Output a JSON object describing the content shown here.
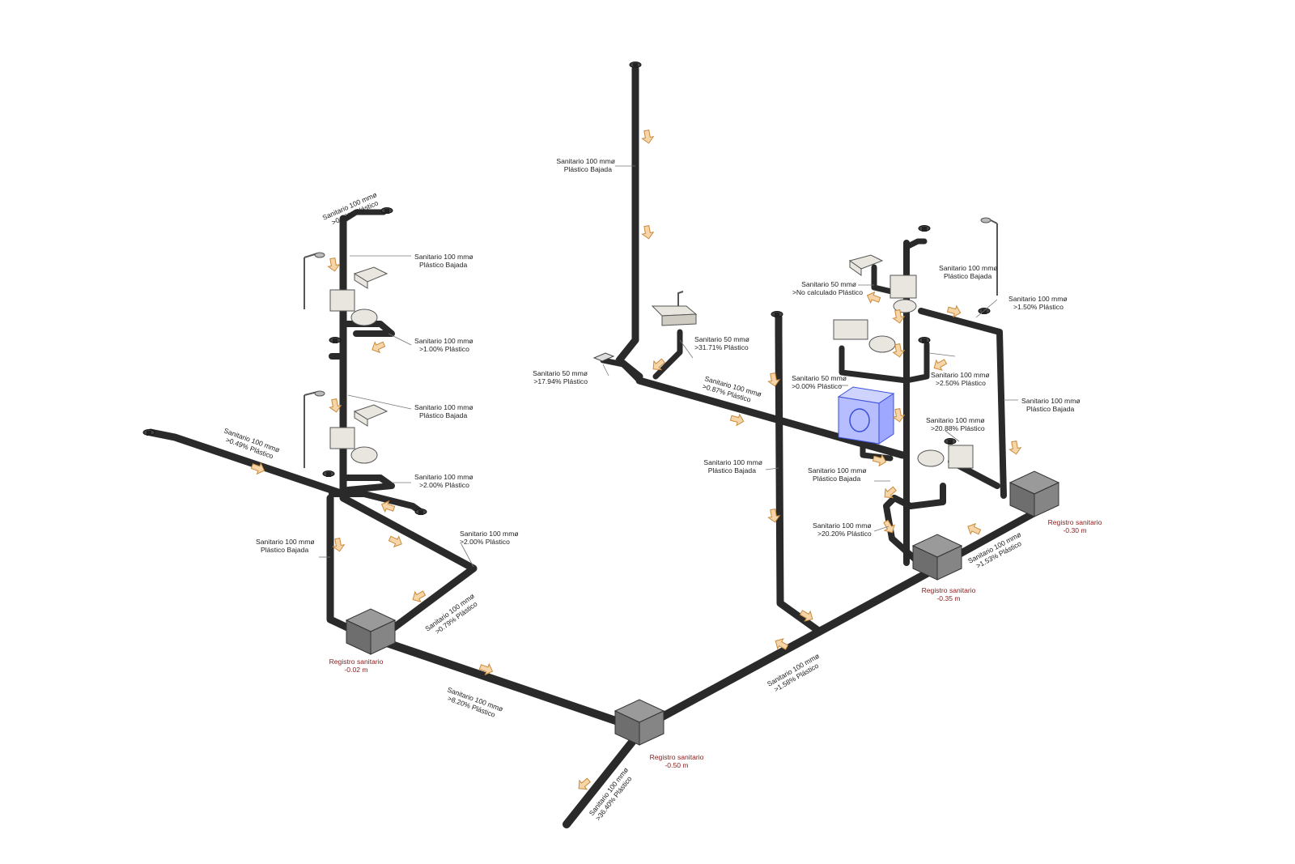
{
  "pipe_labels": [
    {
      "id": "l1",
      "line1": "Sanitario 100 mmø",
      "line2": "Plástico Bajada"
    },
    {
      "id": "l2",
      "line1": "Sanitario 100 mmø",
      "line2": ">0.00% Plástico"
    },
    {
      "id": "l3",
      "line1": "Sanitario 100 mmø",
      "line2": "Plástico Bajada"
    },
    {
      "id": "l4",
      "line1": "Sanitario 100 mmø",
      "line2": ">1.00% Plástico"
    },
    {
      "id": "l5",
      "line1": "Sanitario 100 mmø",
      "line2": "Plástico Bajada"
    },
    {
      "id": "l6",
      "line1": "Sanitario 100 mmø",
      "line2": ">0.49% Plástico"
    },
    {
      "id": "l7",
      "line1": "Sanitario 100 mmø",
      "line2": ">2.00% Plástico"
    },
    {
      "id": "l8",
      "line1": "Sanitario 100 mmø",
      "line2": "Plástico Bajada"
    },
    {
      "id": "l9",
      "line1": "Sanitario 100 mmø",
      "line2": ">2.00% Plástico"
    },
    {
      "id": "l10",
      "line1": "Sanitario 100 mmø",
      "line2": ">0.79% Plástico"
    },
    {
      "id": "l11",
      "line1": "Sanitario 100 mmø",
      "line2": ">8.20% Plástico"
    },
    {
      "id": "l12",
      "line1": "Sanitario 100 mmø",
      "line2": ">36.40% Plástico"
    },
    {
      "id": "l13",
      "line1": "Sanitario 50 mmø",
      "line2": ">31.71% Plástico"
    },
    {
      "id": "l14",
      "line1": "Sanitario 50 mmø",
      "line2": ">17.94% Plástico"
    },
    {
      "id": "l15",
      "line1": "Sanitario 100 mmø",
      "line2": ">0.87% Plástico"
    },
    {
      "id": "l16",
      "line1": "Sanitario 100 mmø",
      "line2": "Plástico Bajada"
    },
    {
      "id": "l17",
      "line1": "Sanitario 100 mmø",
      "line2": ">1.58% Plástico"
    },
    {
      "id": "l18",
      "line1": "Sanitario 50 mmø",
      "line2": ">No calculado Plástico"
    },
    {
      "id": "l19",
      "line1": "Sanitario 100 mmø",
      "line2": "Plástico Bajada"
    },
    {
      "id": "l20",
      "line1": "Sanitario 100 mmø",
      "line2": ">1.50% Plástico"
    },
    {
      "id": "l21",
      "line1": "Sanitario 50 mmø",
      "line2": ">0.00% Plástico"
    },
    {
      "id": "l22",
      "line1": "Sanitario 100 mmø",
      "line2": ">2.50% Plástico"
    },
    {
      "id": "l23",
      "line1": "Sanitario 100 mmø",
      "line2": "Plástico Bajada"
    },
    {
      "id": "l24",
      "line1": "Sanitario 100 mmø",
      "line2": ">20.88% Plástico"
    },
    {
      "id": "l25",
      "line1": "Sanitario 100 mmø",
      "line2": "Plástico Bajada"
    },
    {
      "id": "l26",
      "line1": "Sanitario 100 mmø",
      "line2": ">20.20% Plástico"
    },
    {
      "id": "l27",
      "line1": "Sanitario 100 mmø",
      "line2": ">1.53% Plástico"
    }
  ],
  "registros": [
    {
      "id": "r1",
      "name": "Registro sanitario",
      "level": "-0.02 m"
    },
    {
      "id": "r2",
      "name": "Registro sanitario",
      "level": "-0.50 m"
    },
    {
      "id": "r3",
      "name": "Registro sanitario",
      "level": "-0.35 m"
    },
    {
      "id": "r4",
      "name": "Registro sanitario",
      "level": "-0.30 m"
    }
  ],
  "colors": {
    "pipe": "#2a2a2a",
    "flow_arrow": "#e8b36a",
    "registro_label": "#8b1a1a",
    "washing_machine": "#3b4fd8"
  },
  "icons": [
    "flow-arrow-icon",
    "floor-drain-icon",
    "shower-icon",
    "toilet-icon",
    "washbasin-icon",
    "kitchen-sink-icon",
    "washing-machine-icon",
    "registro-box-icon"
  ]
}
